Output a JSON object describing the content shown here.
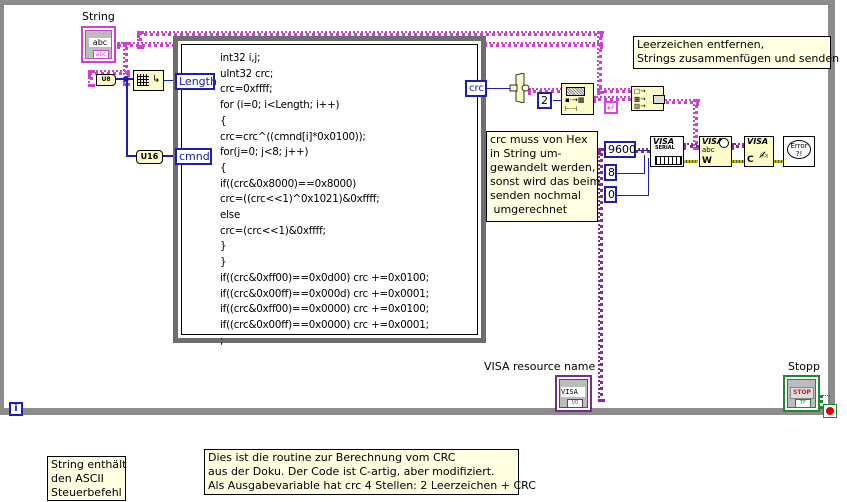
{
  "diagram": {
    "controls": {
      "string_label": "String",
      "string_glyph": "abc",
      "string_type": "abc",
      "visa_label": "VISA resource name",
      "visa_glyph": "VISA",
      "visa_type": "I/0",
      "stop_label": "Stopp",
      "stop_glyph": "STOP",
      "stop_type": "TF"
    },
    "type_casts": {
      "u8": "U8",
      "u16": "U16"
    },
    "formula_node": {
      "inputs": [
        "Length",
        "cmnd"
      ],
      "output": "crc",
      "code": [
        "int32 i,j;",
        "uInt32 crc;",
        "crc=0xffff;",
        "for (i=0; i<Length; i++)",
        "{",
        "crc=crc^((cmnd[i]*0x0100));",
        "for(j=0; j<8; j++)",
        "{",
        "if((crc&0x8000)==0x8000)",
        "crc=((crc<<1)^0x1021)&0xffff;",
        "else",
        "crc=(crc<<1)&0xffff;",
        "}",
        "}",
        "if((crc&0xff00)==0x0d00) crc +=0x0100;",
        "if((crc&0x00ff)==0x000d) crc +=0x0001;",
        "if((crc&0xff00)==0x0000) crc +=0x0100;",
        "if((crc&0x00ff)==0x0000) crc +=0x0001;",
        ";"
      ]
    },
    "constants": {
      "width": "2",
      "baud": "9600",
      "data_bits": "8",
      "parity": "0"
    },
    "visa_nodes": {
      "serial": "VISA",
      "serial_sub": "SERIAL",
      "write": "VISA",
      "write_sub": "abc",
      "write_w": "W",
      "close": "VISA",
      "close_c": "C",
      "error": "Error ?!"
    },
    "iteration_label": "i",
    "notes": {
      "top_right": "Leerzeichen entfernen,\nStrings zusammenfügen und senden",
      "crc_hex": "crc muss von Hex\nin String um-\ngewandelt werden,\nsonst wird das beim\nsenden nochmal\n umgerechnet",
      "string_info": "String enthält\nden ASCII\nSteuerbefehl",
      "routine": "Dies ist die routine zur Berechnung vom CRC\naus der Doku. Der Code ist C-artig, aber modifiziert.\nAls Ausgabevariable hat crc 4 Stellen: 2 Leerzeichen + CRC"
    },
    "colors": {
      "string_wire": "#d040d0",
      "numeric_wire": "#1a20b0",
      "visa_wire": "#7a2a8a",
      "bool_wire": "#1e8a2e",
      "loop_frame": "#8c8c8c",
      "note_bg": "#ffffe1",
      "node_bg": "#fdfbc8"
    }
  }
}
